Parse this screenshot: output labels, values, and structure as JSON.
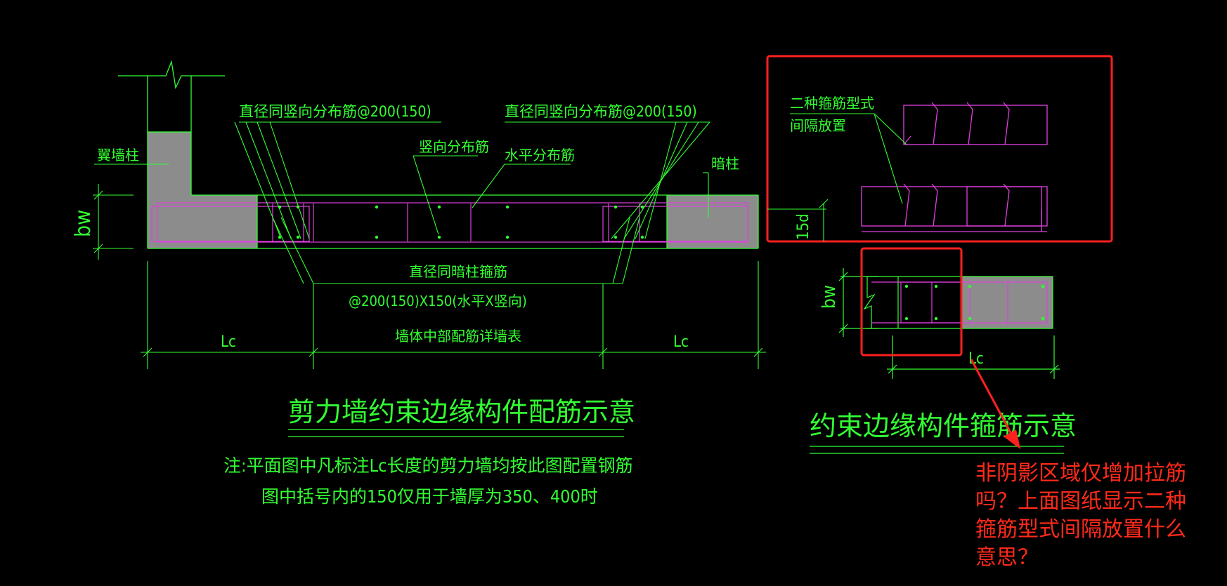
{
  "drawing": {
    "label_wing_column": "翼墙柱",
    "label_bw_left": "bw",
    "label_left_top_note": "直径同竖向分布筋@200(150)",
    "label_right_top_note": "直径同竖向分布筋@200(150)",
    "label_vertical_bar": "竖向分布筋",
    "label_horizontal_bar": "水平分布筋",
    "label_hidden_column": "暗柱",
    "label_stirrup_same_dia": "直径同暗柱箍筋",
    "label_spacing": "@200(150)X150(水平X竖向)",
    "label_lc_left": "Lc",
    "label_mid_table": "墙体中部配筋详墙表",
    "label_lc_right": "Lc",
    "title_main": "剪力墙约束边缘构件配筋示意",
    "note_line1": "注:平面图中凡标注Lc长度的剪力墙均按此图配置钢筋",
    "note_line2": "图中括号内的150仅用于墙厚为350、400时",
    "label_two_types_1": "二种箍筋型式",
    "label_two_types_2": "间隔放置",
    "label_15d": "15d",
    "label_bw_right": "bw",
    "label_lc_small": "Lc",
    "title_right": "约束边缘构件箍筋示意"
  },
  "question": {
    "line1": "非阴影区域仅增加拉筋",
    "line2": "吗？上面图纸显示二种",
    "line3": "箍筋型式间隔放置什么",
    "line4": "意思？"
  },
  "colors": {
    "background": "#000000",
    "line_green": "#33ff33",
    "rebar_magenta": "#e040e0",
    "fill_gray": "#8c8c8c",
    "highlight_red": "#ff2a1a"
  }
}
